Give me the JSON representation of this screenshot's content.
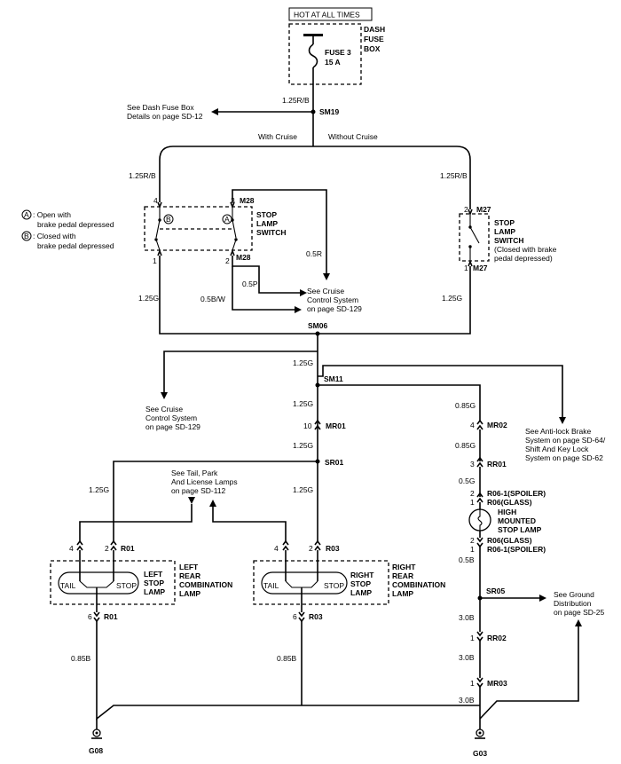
{
  "power": {
    "hot_label": "HOT AT ALL TIMES",
    "fuse_box": [
      "DASH",
      "FUSE",
      "BOX"
    ],
    "fuse_name": "FUSE 3",
    "fuse_rating": "15 A"
  },
  "wires": {
    "w_125rb_top": "1.25R/B",
    "w_125rb_left": "1.25R/B",
    "w_125rb_right": "1.25R/B",
    "w_05r": "0.5R",
    "w_05p": "0.5P",
    "w_05bw": "0.5B/W",
    "w_125g_left": "1.25G",
    "w_125g_right": "1.25G",
    "w_125g_sm06": "1.25G",
    "w_125g_sm11": "1.25G",
    "w_125g_mr01": "1.25G",
    "w_125g_sr01_left": "1.25G",
    "w_125g_sr01_right": "1.25G",
    "w_085g_a": "0.85G",
    "w_085g_b": "0.85G",
    "w_05g": "0.5G",
    "w_05b": "0.5B",
    "w_30b_a": "3.0B",
    "w_30b_b": "3.0B",
    "w_30b_c": "3.0B",
    "w_085b_left": "0.85B",
    "w_085b_right": "0.85B"
  },
  "branches": {
    "with_cruise": "With Cruise",
    "without_cruise": "Without Cruise"
  },
  "splices": {
    "sm19": "SM19",
    "sm06": "SM06",
    "sm11": "SM11",
    "sr01": "SR01",
    "sr05": "SR05"
  },
  "connectors": {
    "m28_top": "M28",
    "m28_bottom": "M28",
    "m27_top": "M27",
    "m27_bottom": "M27",
    "mr01": "MR01",
    "mr02": "MR02",
    "rr01": "RR01",
    "rr02": "RR02",
    "mr03": "MR03",
    "r01_top": "R01",
    "r01_bottom": "R01",
    "r03_top": "R03",
    "r03_bottom": "R03",
    "r06_1_spoiler_top": "R06-1(SPOILER)",
    "r06_glass_top": "R06(GLASS)",
    "r06_glass_bottom": "R06(GLASS)",
    "r06_1_spoiler_bottom": "R06-1(SPOILER)"
  },
  "pins": {
    "p4_m28": "4",
    "p3_m28": "3",
    "p1_m28": "1",
    "p2_m28": "2",
    "p2_m27": "2",
    "p1_m27": "1",
    "p10_mr01": "10",
    "p4_mr02": "4",
    "p3_rr01": "3",
    "p2_r06_top": "2",
    "p1_r06_top": "1",
    "p2_r06_bottom": "2",
    "p1_r06_bottom": "1",
    "p1_rr02": "1",
    "p1_mr03": "1",
    "p4_r01": "4",
    "p2_r01": "2",
    "p6_r01": "6",
    "p4_r03": "4",
    "p2_r03": "2",
    "p6_r03": "6"
  },
  "components": {
    "stop_switch_cruise": [
      "STOP",
      "LAMP",
      "SWITCH"
    ],
    "stop_switch_nocruise": [
      "STOP",
      "LAMP",
      "SWITCH"
    ],
    "stop_switch_nocruise_note": [
      "(Closed with brake",
      "pedal depressed)"
    ],
    "left_lamp": [
      "LEFT",
      "STOP",
      "LAMP"
    ],
    "left_rear": [
      "LEFT",
      "REAR",
      "COMBINATION",
      "LAMP"
    ],
    "right_lamp": [
      "RIGHT",
      "STOP",
      "LAMP"
    ],
    "right_rear": [
      "RIGHT",
      "REAR",
      "COMBINATION",
      "LAMP"
    ],
    "hmsl": [
      "HIGH",
      "MOUNTED",
      "STOP LAMP"
    ],
    "tail": "TAIL",
    "stop": "STOP"
  },
  "legend": {
    "a_letter": "A",
    "a_text": ": Open with",
    "a_text2": "brake pedal depressed",
    "b_letter": "B",
    "b_text": ": Closed with",
    "b_text2": "brake pedal depressed"
  },
  "references": {
    "dash_fuse": [
      "See Dash Fuse Box",
      "Details on page SD-12"
    ],
    "cruise_top": [
      "See Cruise",
      "Control System",
      "on page SD-129"
    ],
    "cruise_left": [
      "See Cruise",
      "Control System",
      "on page SD-129"
    ],
    "tail_park": [
      "See Tail, Park",
      "And License Lamps",
      "on page SD-112"
    ],
    "abs": [
      "See Anti-lock Brake",
      "System on page SD-64/",
      "Shift And Key Lock",
      "System on page SD-62"
    ],
    "ground": [
      "See Ground",
      "Distribution",
      "on page SD-25"
    ]
  },
  "grounds": {
    "g08": "G08",
    "g03": "G03"
  }
}
